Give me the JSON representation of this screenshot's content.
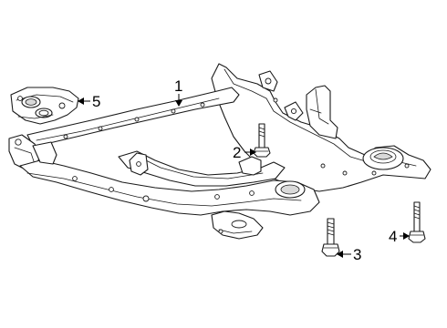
{
  "callouts": {
    "c1": "1",
    "c2": "2",
    "c3": "3",
    "c4": "4",
    "c5": "5"
  },
  "colors": {
    "line": "#1a1a1a",
    "background": "#ffffff",
    "shade": "#d9d9d9"
  }
}
